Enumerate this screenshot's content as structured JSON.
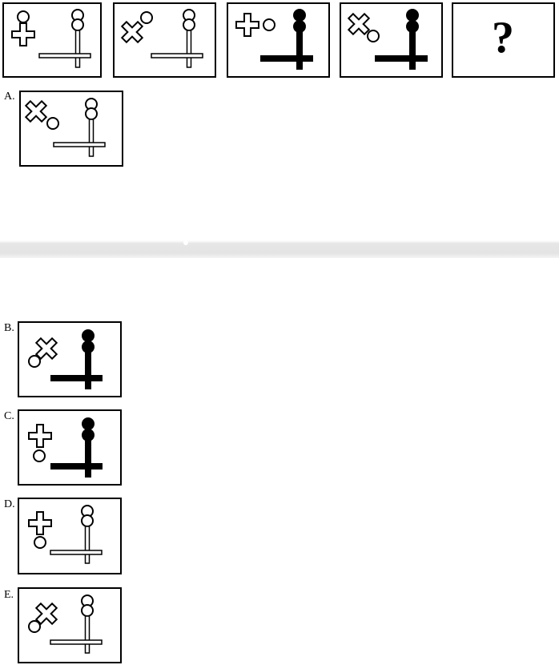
{
  "question": {
    "sequence_panels": [
      {
        "shape": "cross",
        "cross_rotated": false,
        "circle_position": "top",
        "post_fill": "white",
        "post_style": "outline"
      },
      {
        "shape": "cross",
        "cross_rotated": true,
        "circle_position": "top-right",
        "post_fill": "white",
        "post_style": "outline"
      },
      {
        "shape": "cross",
        "cross_rotated": false,
        "circle_position": "right",
        "post_fill": "black",
        "post_style": "solid"
      },
      {
        "shape": "cross",
        "cross_rotated": true,
        "circle_position": "bottom-right",
        "post_fill": "black",
        "post_style": "solid"
      }
    ],
    "missing_mark": "?"
  },
  "options": [
    {
      "label": "A.",
      "cross_rotated": true,
      "circle_position": "bottom-right",
      "post_fill": "white",
      "post_style": "outline"
    },
    {
      "label": "B.",
      "cross_rotated": true,
      "circle_position": "bottom-left",
      "post_fill": "black",
      "post_style": "solid"
    },
    {
      "label": "C.",
      "cross_rotated": false,
      "circle_position": "bottom",
      "post_fill": "black",
      "post_style": "solid"
    },
    {
      "label": "D.",
      "cross_rotated": false,
      "circle_position": "bottom",
      "post_fill": "white",
      "post_style": "outline"
    },
    {
      "label": "E.",
      "cross_rotated": true,
      "circle_position": "bottom-left",
      "post_fill": "white",
      "post_style": "outline"
    }
  ],
  "colors": {
    "ink": "#000000",
    "paper": "#ffffff",
    "divider": "#e4e4e4"
  }
}
